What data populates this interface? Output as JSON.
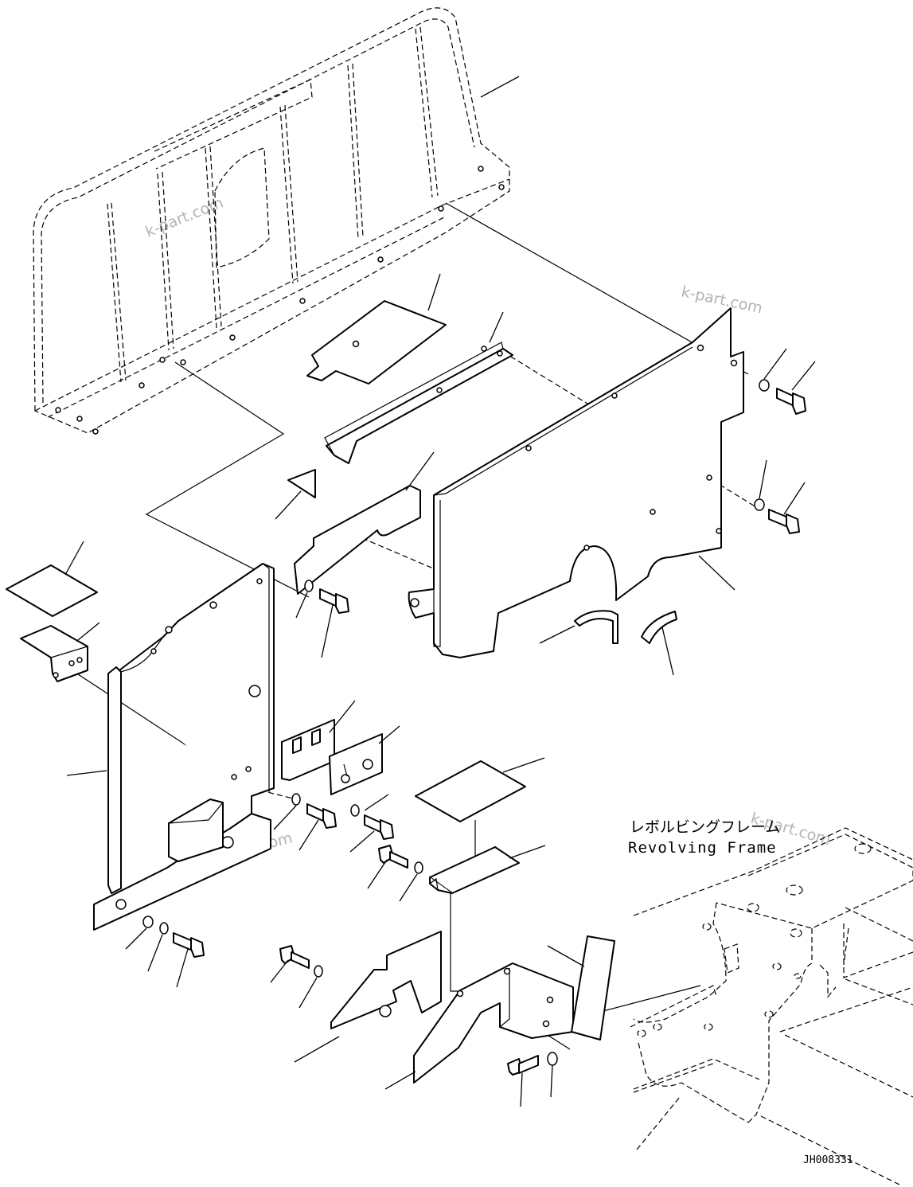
{
  "watermarks": [
    "k-part.com",
    "k-part.com",
    "k-part.com",
    "k-part.com"
  ],
  "frame_label": {
    "japanese": "レボルビングフレーム",
    "english": "Revolving Frame"
  },
  "drawing_code": "JH008331"
}
